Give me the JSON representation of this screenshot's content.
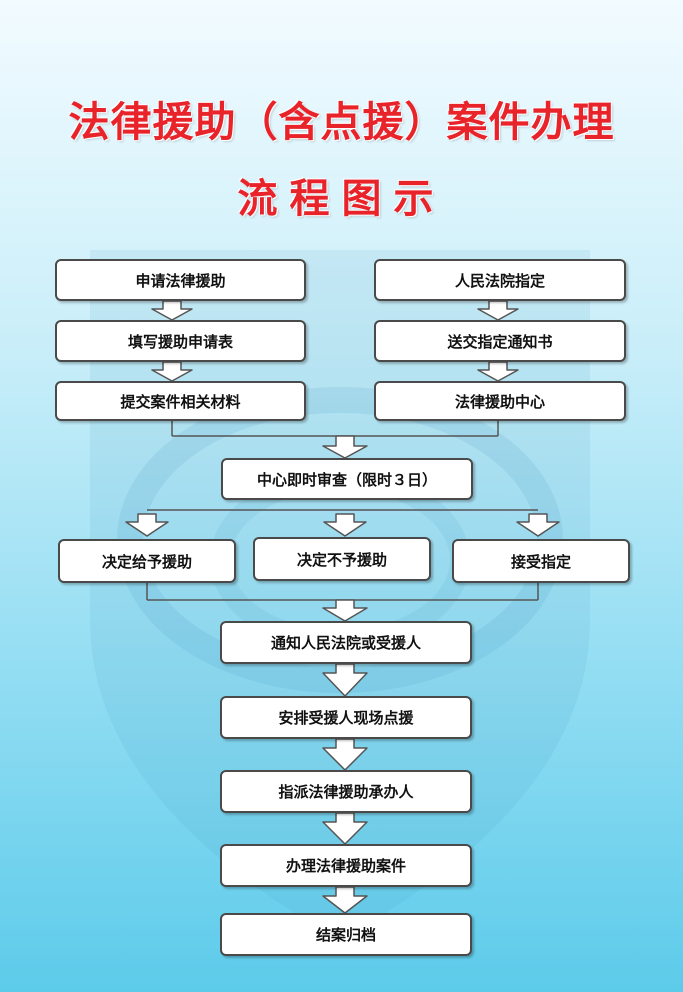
{
  "title": {
    "line1": "法律援助（含点援）案件办理",
    "line2": "流程图示"
  },
  "flow": {
    "left_col": [
      "申请法律援助",
      "填写援助申请表",
      "提交案件相关材料"
    ],
    "right_col": [
      "人民法院指定",
      "送交指定通知书",
      "法律援助中心"
    ],
    "review": "中心即时审查（限时３日）",
    "decisions": [
      "决定给予援助",
      "决定不予援助",
      "接受指定"
    ],
    "steps": [
      "通知人民法院或受援人",
      "安排受援人现场点援",
      "指派法律援助承办人",
      "办理法律援助案件",
      "结案归档"
    ]
  },
  "colors": {
    "title": "#e8232a",
    "box_border": "#4a4a4a",
    "arrow_fill": "#ffffff"
  }
}
